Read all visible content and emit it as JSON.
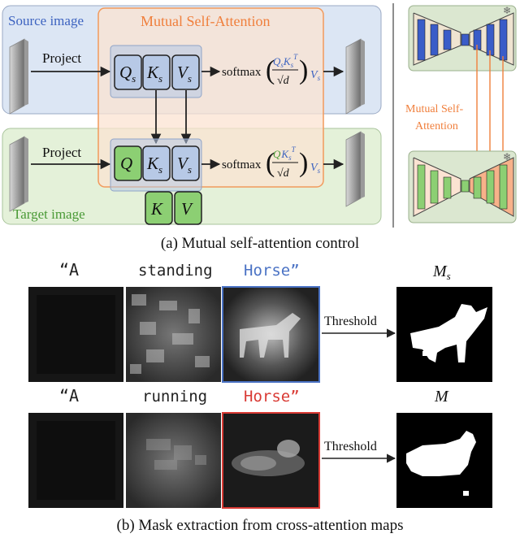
{
  "panel_a": {
    "source_label": "Source image",
    "target_label": "Target image",
    "attention_label": "Mutual Self-Attention",
    "project_top": "Project",
    "project_bottom": "Project",
    "q_s": "Q",
    "q_s_sub": "s",
    "k_s": "K",
    "k_s_sub": "s",
    "v_s": "V",
    "v_s_sub": "s",
    "q_t": "Q",
    "k_t": "K",
    "k_t_sub": "s",
    "v_t": "V",
    "v_t_sub": "s",
    "k_extra": "K",
    "v_extra": "V",
    "softmax": "softmax",
    "sqrt_d": "√d",
    "unet_label_line1": "Mutual Self-",
    "unet_label_line2": "Attention",
    "caption": "(a) Mutual self-attention control"
  },
  "panel_b": {
    "row1": {
      "w1": "“A",
      "w2": "standing",
      "w3": "Horse”",
      "threshold": "Threshold",
      "mask_label": "M",
      "mask_sub": "s"
    },
    "row2": {
      "w1": "“A",
      "w2": "running",
      "w3": "Horse”",
      "threshold": "Threshold",
      "mask_label": "M"
    },
    "caption": "(b) Mask extraction from cross-attention maps"
  },
  "colors": {
    "source_bg": "#dce6f4",
    "target_bg": "#e4f1d9",
    "attention_bg": "#fbe3d2",
    "attention_border": "#f29a5c",
    "qkv_blue": "#b7c9e6",
    "qkv_green": "#8ccf73",
    "unet_blue": "#3a5cc8",
    "unet_green": "#8ccf73",
    "unet_orange": "#f7b28a",
    "arrow_orange": "#f07f3c",
    "horse_border_blue": "#4a72c4",
    "horse_border_red": "#d93a34"
  }
}
